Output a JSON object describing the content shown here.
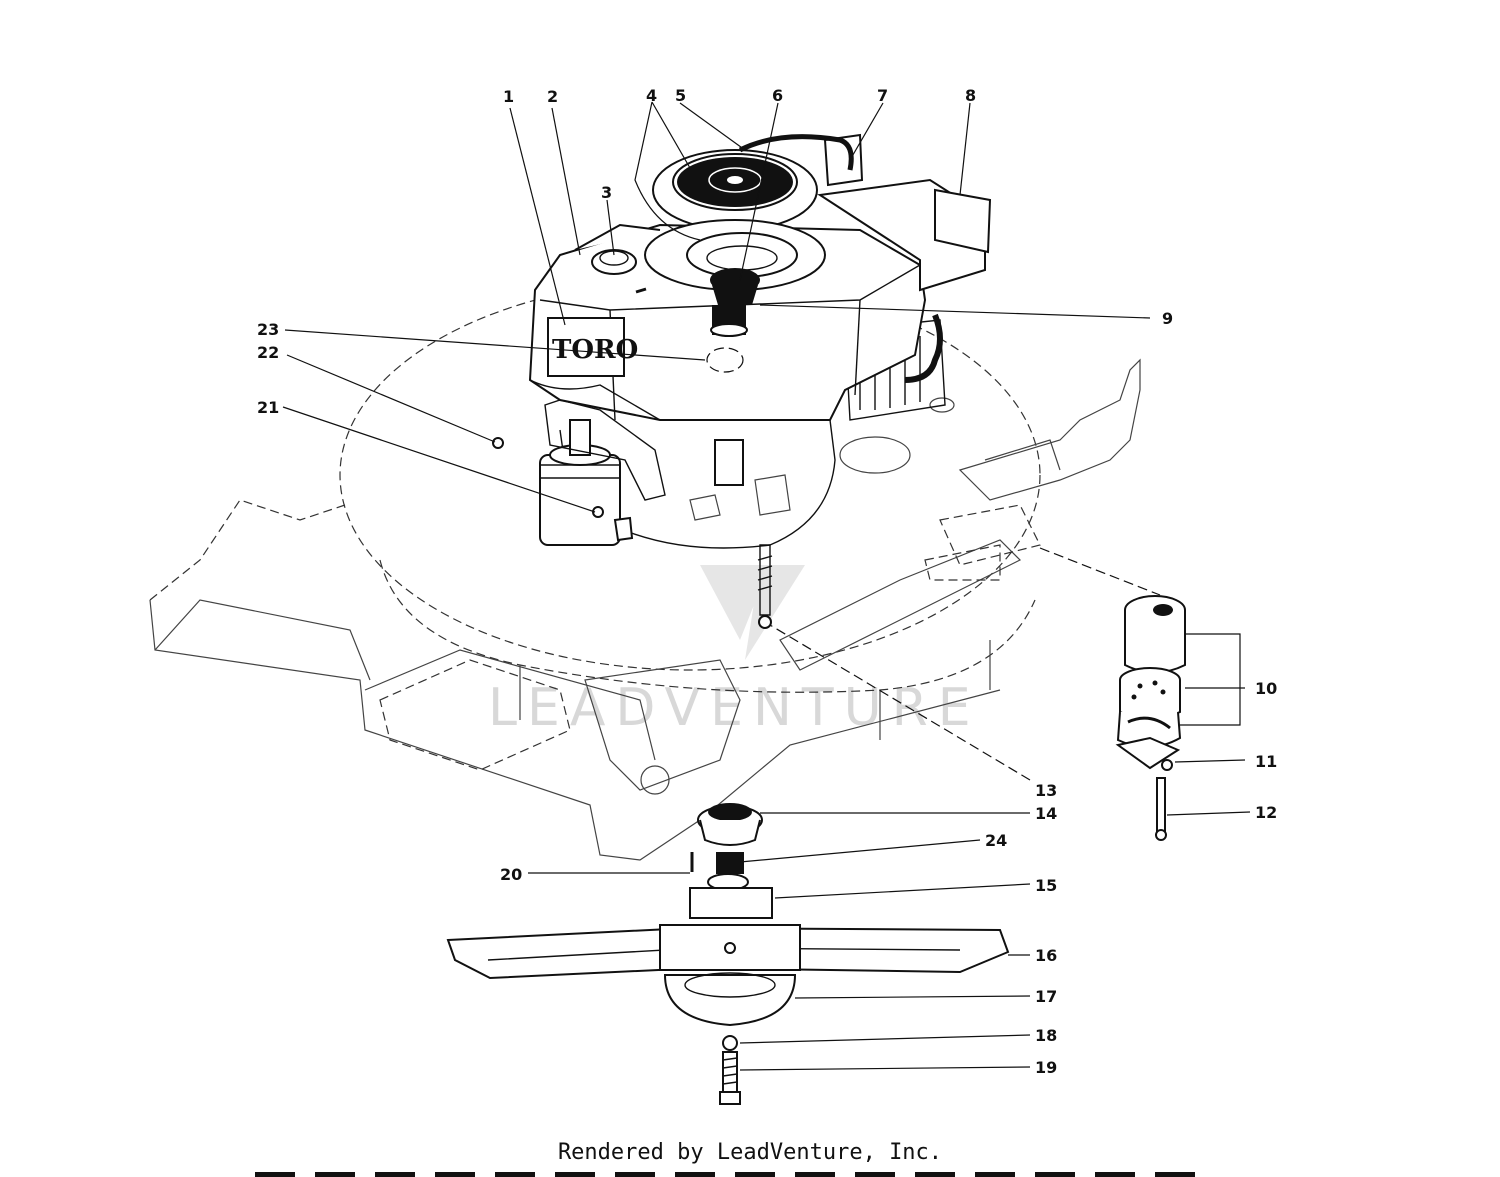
{
  "diagram": {
    "brand_label": "TORO",
    "watermark": "LEADVENTURE",
    "footer": "Rendered by LeadVenture, Inc.",
    "callouts": [
      {
        "n": "1"
      },
      {
        "n": "2"
      },
      {
        "n": "3"
      },
      {
        "n": "4"
      },
      {
        "n": "5"
      },
      {
        "n": "6"
      },
      {
        "n": "7"
      },
      {
        "n": "8"
      },
      {
        "n": "9"
      },
      {
        "n": "10"
      },
      {
        "n": "11"
      },
      {
        "n": "12"
      },
      {
        "n": "13"
      },
      {
        "n": "14"
      },
      {
        "n": "15"
      },
      {
        "n": "16"
      },
      {
        "n": "17"
      },
      {
        "n": "18"
      },
      {
        "n": "19"
      },
      {
        "n": "20"
      },
      {
        "n": "21"
      },
      {
        "n": "22"
      },
      {
        "n": "23"
      },
      {
        "n": "24"
      }
    ]
  }
}
